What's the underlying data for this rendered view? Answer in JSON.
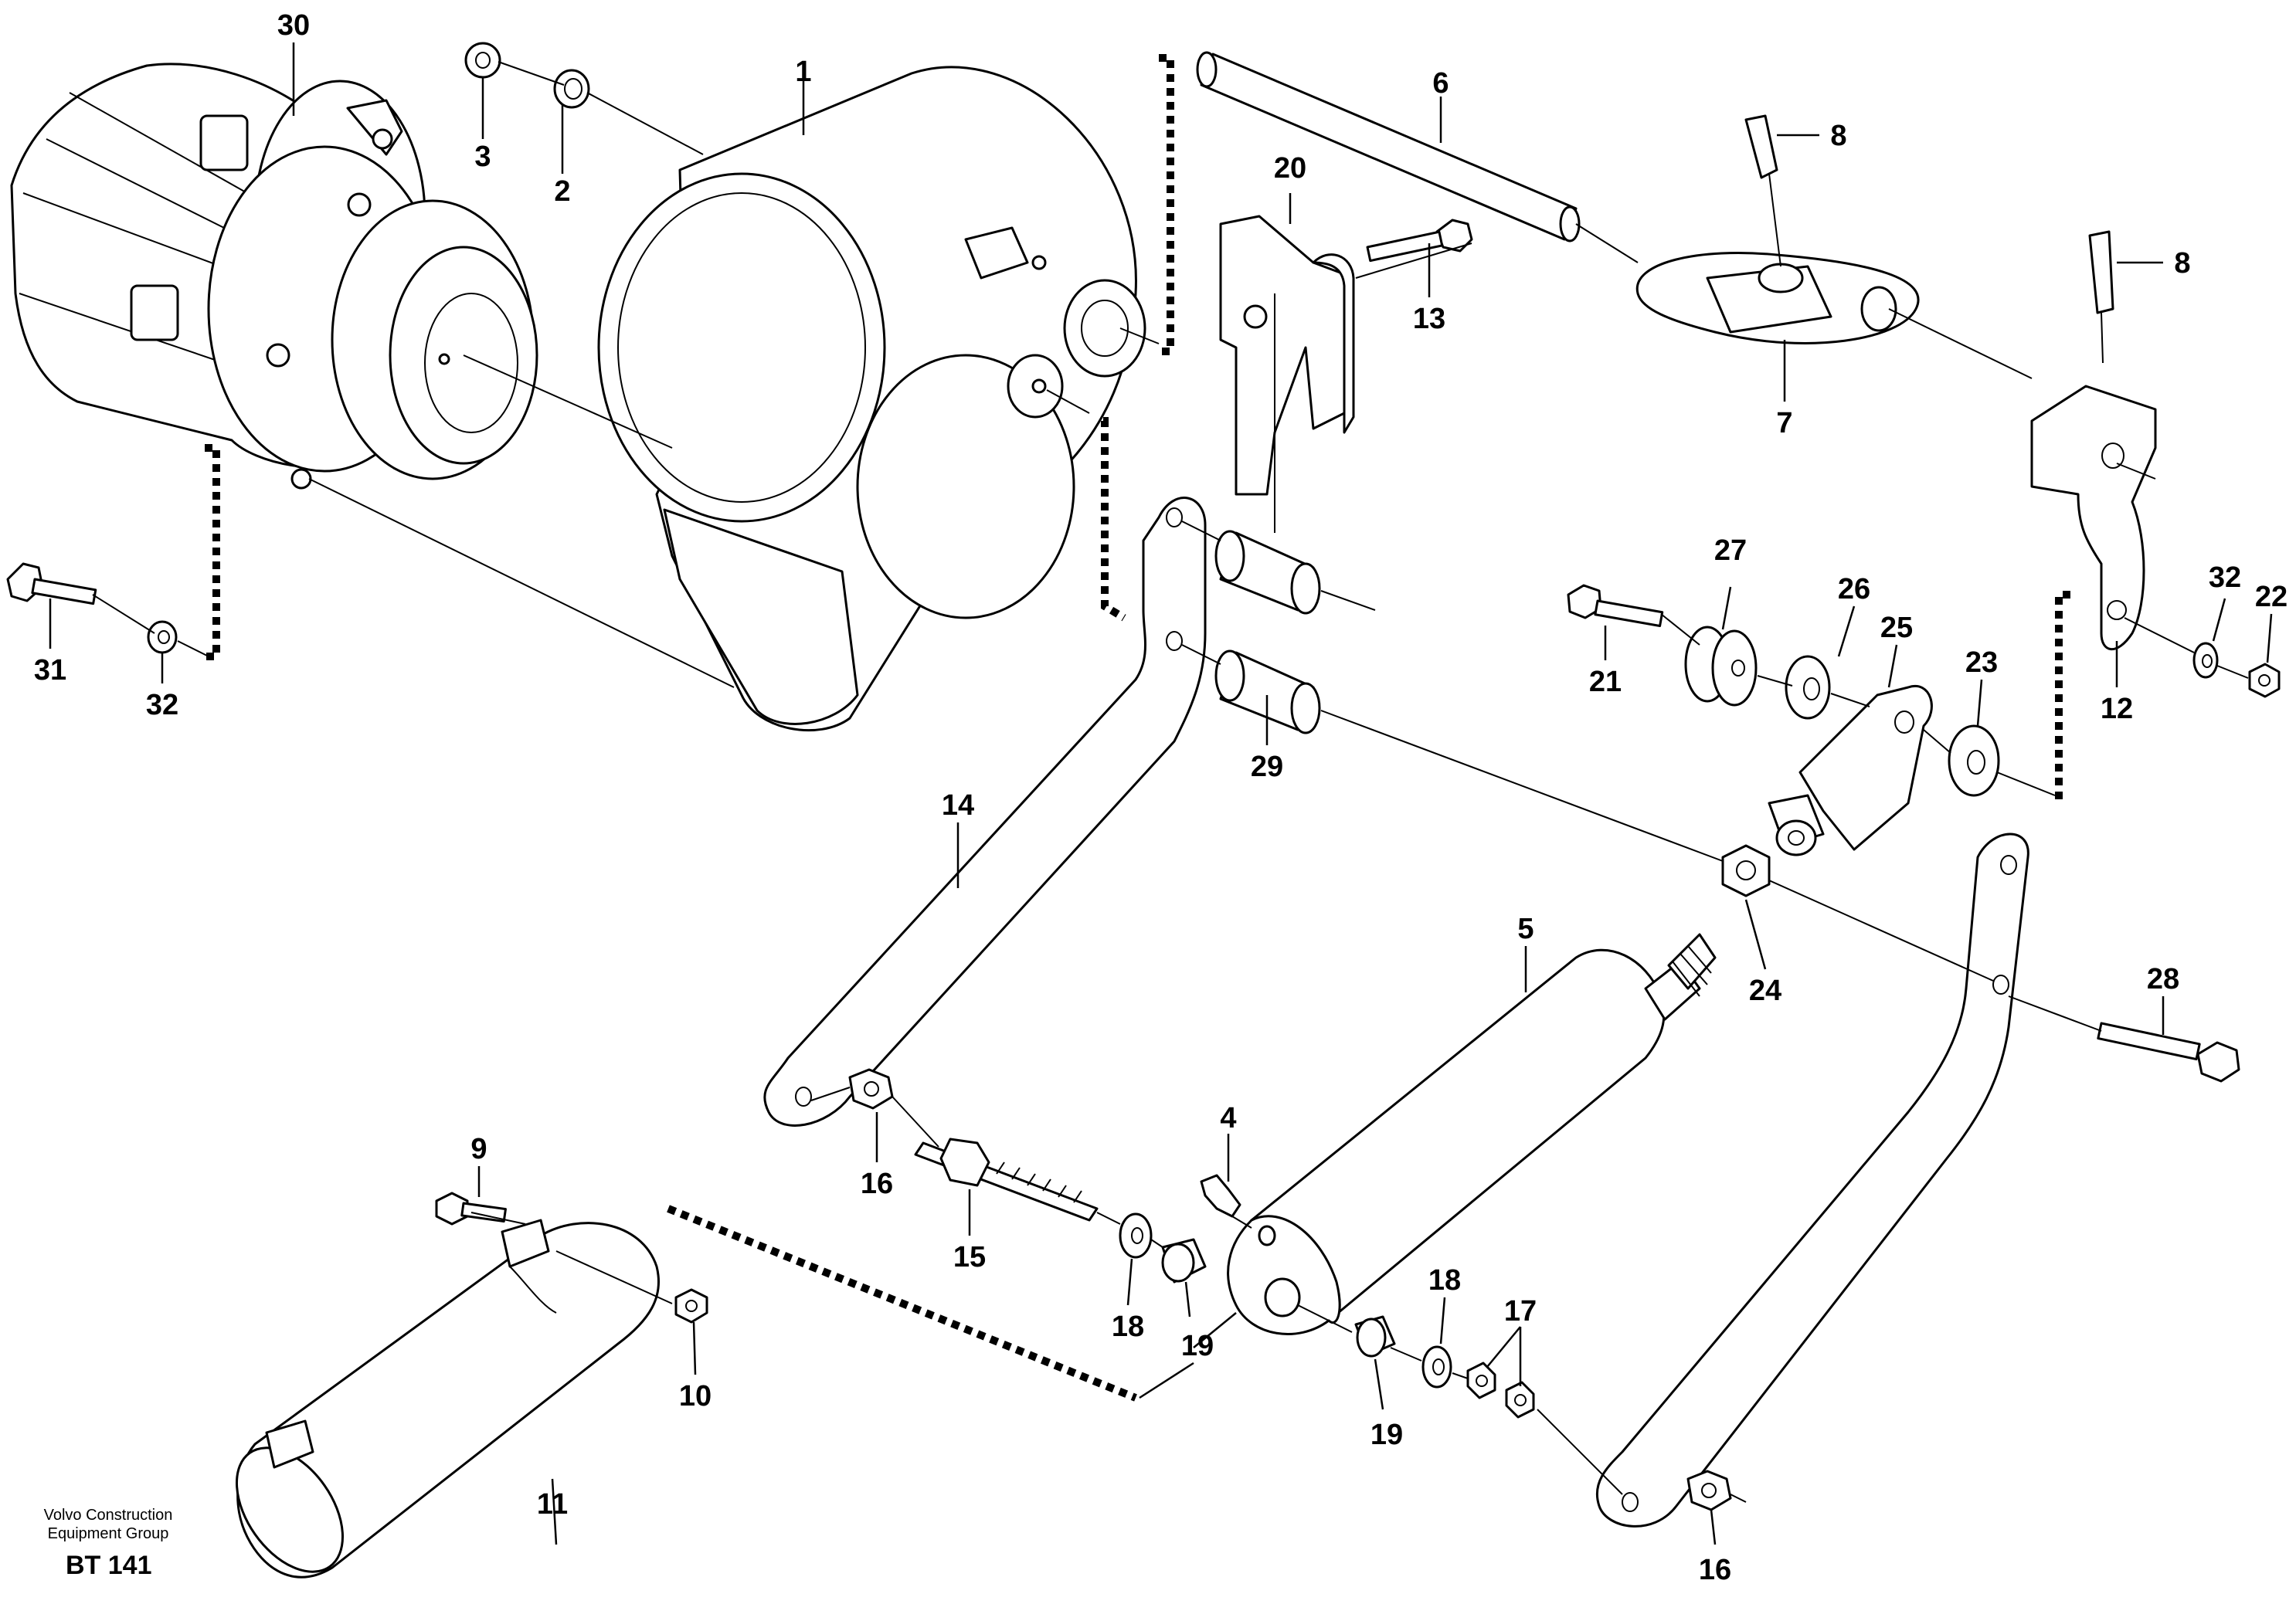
{
  "callouts": {
    "c1": "1",
    "c2": "2",
    "c3": "3",
    "c4": "4",
    "c5": "5",
    "c6": "6",
    "c7": "7",
    "c8a": "8",
    "c8b": "8",
    "c9": "9",
    "c10": "10",
    "c11": "11",
    "c12": "12",
    "c13": "13",
    "c14": "14",
    "c15": "15",
    "c16a": "16",
    "c16b": "16",
    "c17": "17",
    "c18a": "18",
    "c18b": "18",
    "c19a": "19",
    "c19b": "19",
    "c20": "20",
    "c21": "21",
    "c22": "22",
    "c23": "23",
    "c24": "24",
    "c25": "25",
    "c26": "26",
    "c27": "27",
    "c28": "28",
    "c29": "29",
    "c30": "30",
    "c31": "31",
    "c32a": "32",
    "c32b": "32"
  },
  "footer": {
    "company_line1": "Volvo Construction",
    "company_line2": "Equipment Group",
    "drawing_code": "BT 141"
  }
}
